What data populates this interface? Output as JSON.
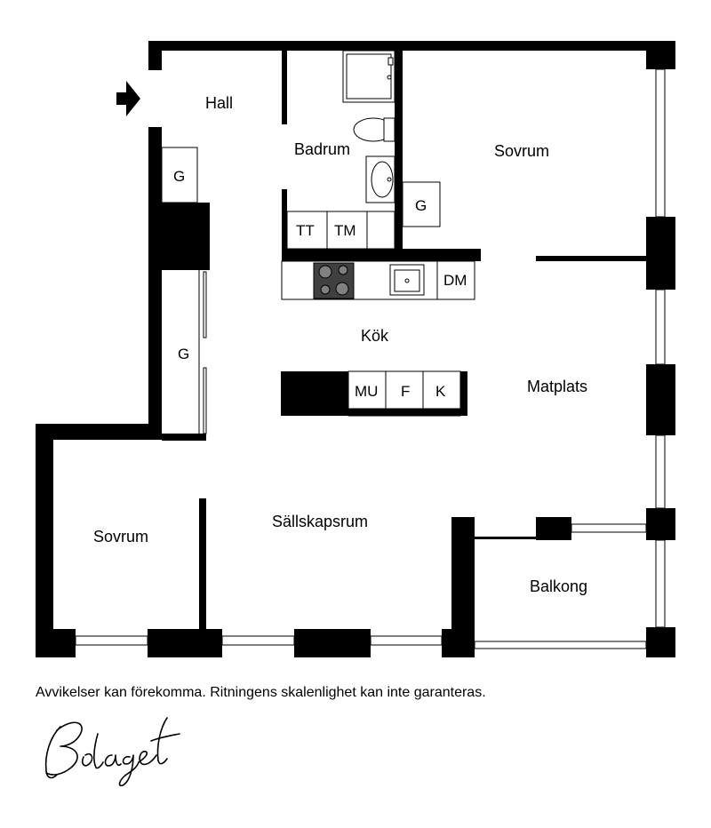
{
  "rooms": {
    "hall": "Hall",
    "badrum": "Badrum",
    "sovrum_1": "Sovrum",
    "kok": "Kök",
    "matplats": "Matplats",
    "sovrum_2": "Sovrum",
    "sallskapsrum": "Sällskapsrum",
    "balkong": "Balkong"
  },
  "fixtures": {
    "g_hall": "G",
    "g_bath": "G",
    "g_closet": "G",
    "tt": "TT",
    "tm": "TM",
    "dm": "DM",
    "mu": "MU",
    "f": "F",
    "k": "K"
  },
  "disclaimer": "Avvikelser kan förekomma. Ritningens skalenlighet kan inte garanteras.",
  "logo": "Bolaget"
}
